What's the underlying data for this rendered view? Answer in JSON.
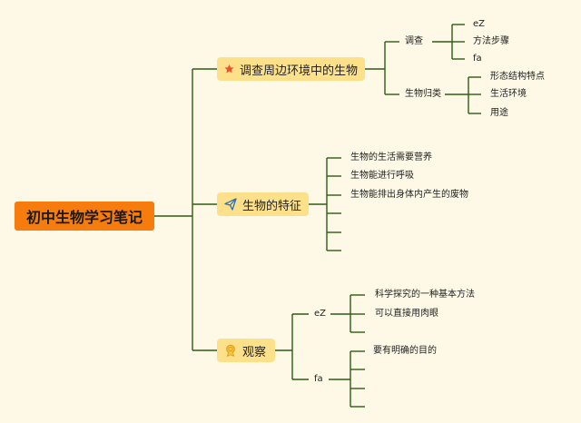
{
  "root": {
    "title": "初中生物学习笔记"
  },
  "branches": [
    {
      "title": "调查周边环境中的生物",
      "icon": "star-icon",
      "children": [
        {
          "label": "调查",
          "items": [
            "eZ",
            "方法步骤",
            "fa"
          ]
        },
        {
          "label": "生物归类",
          "items": [
            "形态结构特点",
            "生活环境",
            "用途"
          ]
        }
      ]
    },
    {
      "title": "生物的特征",
      "icon": "paper-plane-icon",
      "items": [
        "生物的生活需要营养",
        "生物能进行呼吸",
        "生物能排出身体内产生的废物",
        "",
        "",
        ""
      ]
    },
    {
      "title": "观察",
      "icon": "medal-icon",
      "children": [
        {
          "label": "eZ",
          "items": [
            "科学探究的一种基本方法",
            "可以直接用肉眼"
          ]
        },
        {
          "label": "fa",
          "items": [
            "要有明确的目的",
            "",
            "",
            ""
          ]
        }
      ]
    }
  ],
  "colors": {
    "line": "#2e5c12",
    "root": "#f57c0d",
    "main": "#fde08a",
    "background": "#fdf9e6"
  }
}
